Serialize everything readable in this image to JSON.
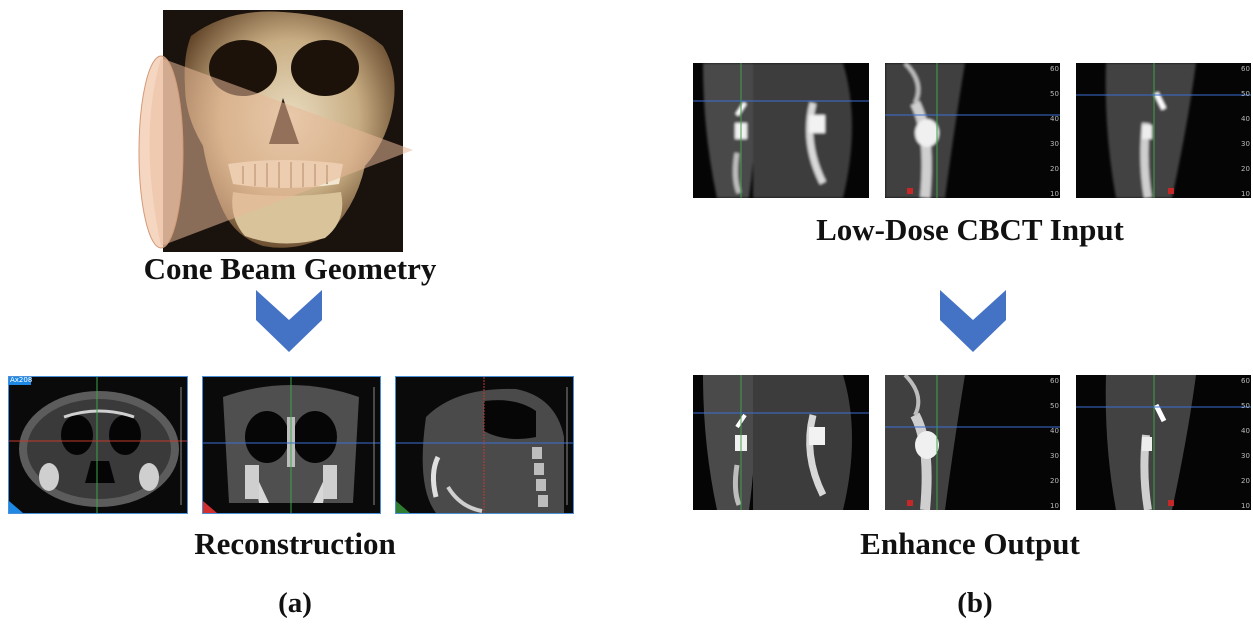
{
  "left": {
    "title": "Cone Beam Geometry",
    "caption": "Reconstruction",
    "label": "(a)",
    "views": [
      {
        "name": "axial",
        "corner_tag": "Ax208",
        "corner_color": "#1e88e5"
      },
      {
        "name": "coronal",
        "corner_tag": "",
        "corner_color": "#d32f2f"
      },
      {
        "name": "sagittal",
        "corner_tag": "",
        "corner_color": "#2e7d32"
      }
    ]
  },
  "right": {
    "input_caption": "Low-Dose CBCT Input",
    "output_caption": "Enhance Output",
    "label": "(b)",
    "scale_ticks": [
      "60",
      "50",
      "40",
      "30",
      "20",
      "10"
    ]
  },
  "colors": {
    "arrow": "#4472c4",
    "cone": "#e8b898",
    "crosshair_green": "#3fa34d",
    "crosshair_blue": "#3b6fd6",
    "crosshair_red": "#c0392b"
  }
}
